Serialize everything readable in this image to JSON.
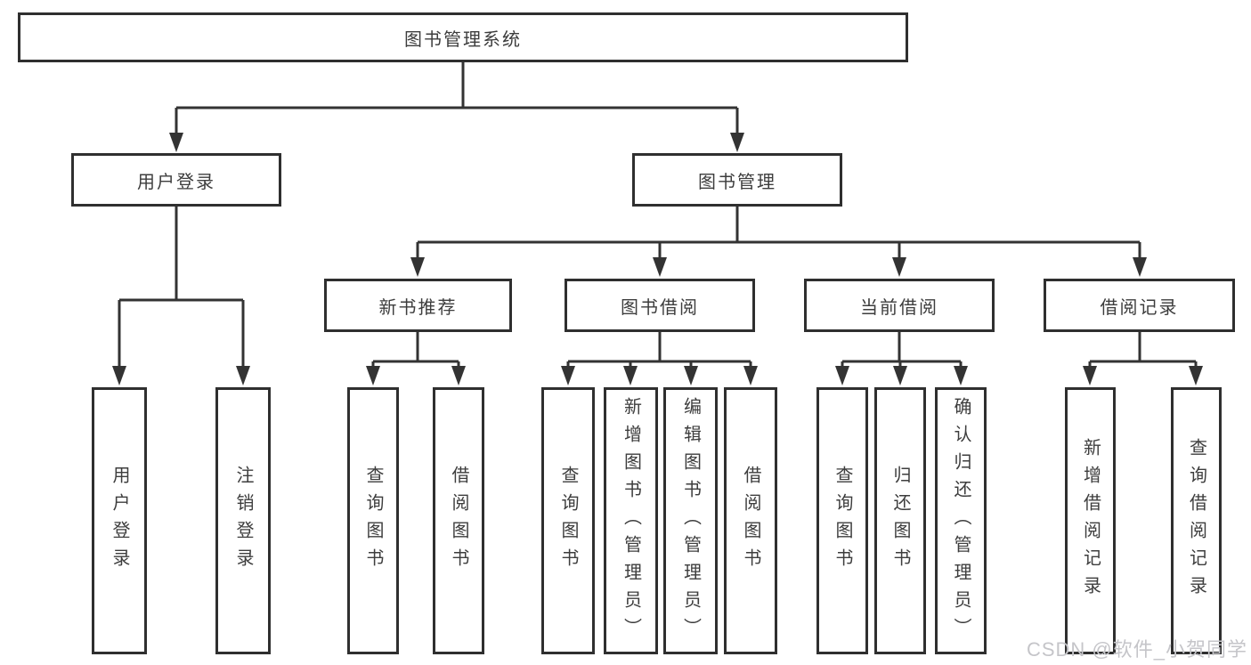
{
  "diagram": {
    "root": {
      "label": "图书管理系统"
    },
    "level2": [
      {
        "label": "用户登录"
      },
      {
        "label": "图书管理"
      }
    ],
    "level3": [
      {
        "label": "新书推荐"
      },
      {
        "label": "图书借阅"
      },
      {
        "label": "当前借阅"
      },
      {
        "label": "借阅记录"
      }
    ],
    "leaves": [
      {
        "label": "用户登录"
      },
      {
        "label": "注销登录"
      },
      {
        "label": "查询图书"
      },
      {
        "label": "借阅图书"
      },
      {
        "label": "查询图书"
      },
      {
        "label": "新增图书（管理员）"
      },
      {
        "label": "编辑图书（管理员）"
      },
      {
        "label": "借阅图书"
      },
      {
        "label": "查询图书"
      },
      {
        "label": "归还图书"
      },
      {
        "label": "确认归还（管理员）"
      },
      {
        "label": "新增借阅记录"
      },
      {
        "label": "查询借阅记录"
      }
    ],
    "colors": {
      "line": "#333333",
      "box_border": "#2f2f2f",
      "box_fill": "#ffffff",
      "text": "#3d3d3d",
      "background": "#ffffff",
      "watermark": "#c5c5c9"
    }
  },
  "watermark": {
    "text": "CSDN @软件_小贺同学"
  }
}
